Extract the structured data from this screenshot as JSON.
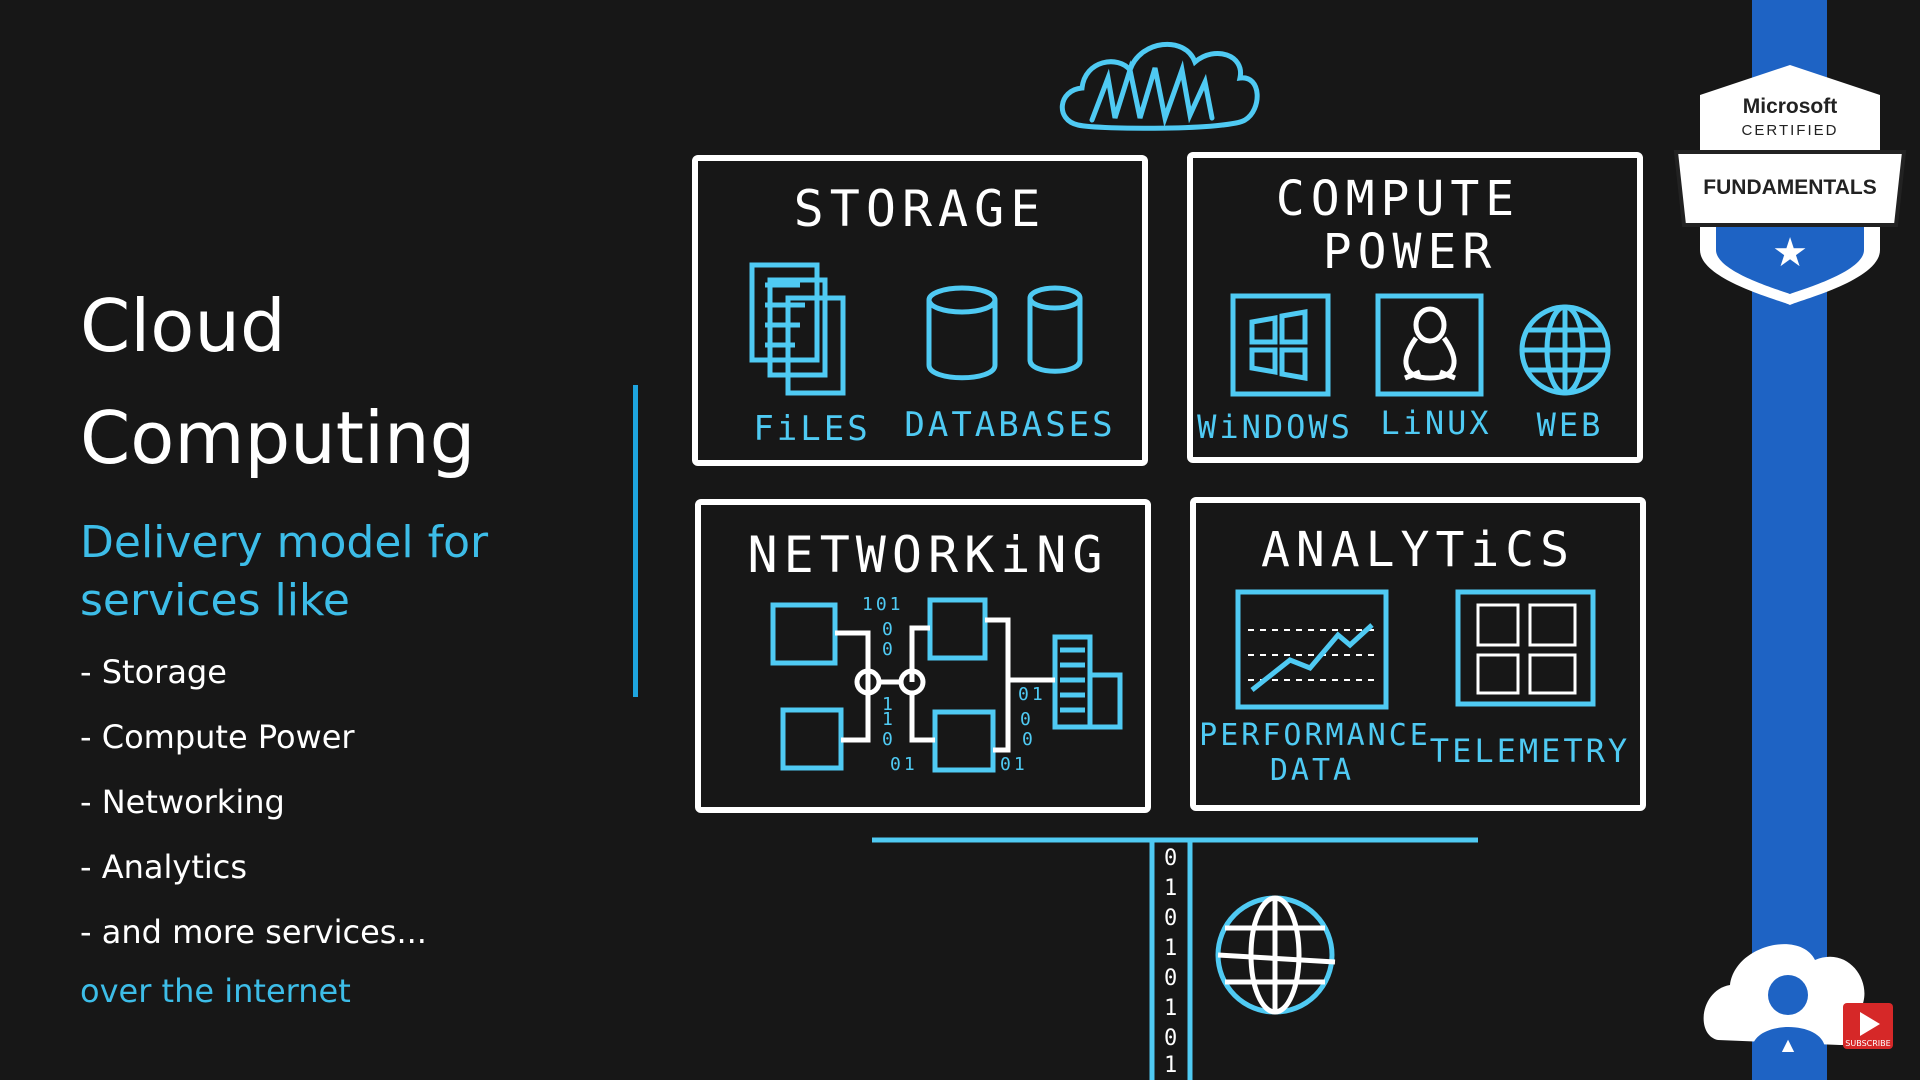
{
  "slide": {
    "title_line1": "Cloud",
    "title_line2": "Computing",
    "subtitle_line1": "Delivery model for",
    "subtitle_line2": "services like",
    "bullets": [
      "- Storage",
      "- Compute Power",
      "- Networking",
      "- Analytics",
      "- and more services..."
    ],
    "outro": "over the internet"
  },
  "sketch": {
    "storage": {
      "title": "STORAGE",
      "files": "FiLES",
      "databases": "DATABASES"
    },
    "compute": {
      "title_line1": "COMPUTE",
      "title_line2": "POWER",
      "windows": "WiNDOWS",
      "linux": "LiNUX",
      "web": "WEB"
    },
    "networking": {
      "title": "NETWORKiNG",
      "bits": [
        "101",
        "0",
        "0",
        "1",
        "0",
        "1",
        "01",
        "01",
        "01",
        "0",
        "0"
      ]
    },
    "analytics": {
      "title": "ANALYTiCS",
      "perf_line1": "PERFORMANCE",
      "perf_line2": "DATA",
      "telemetry": "TELEMETRY"
    },
    "binary_stream": [
      "0",
      "1",
      "0",
      "1",
      "0",
      "1",
      "0",
      "1"
    ]
  },
  "badge": {
    "brand": "Microsoft",
    "certified": "CERTIFIED",
    "level": "FUNDAMENTALS"
  },
  "channel": {
    "subscribe": "SUBSCRIBE"
  },
  "colors": {
    "background": "#171717",
    "accent_blue": "#3dbde8",
    "stripe_blue": "#1e63c4"
  }
}
